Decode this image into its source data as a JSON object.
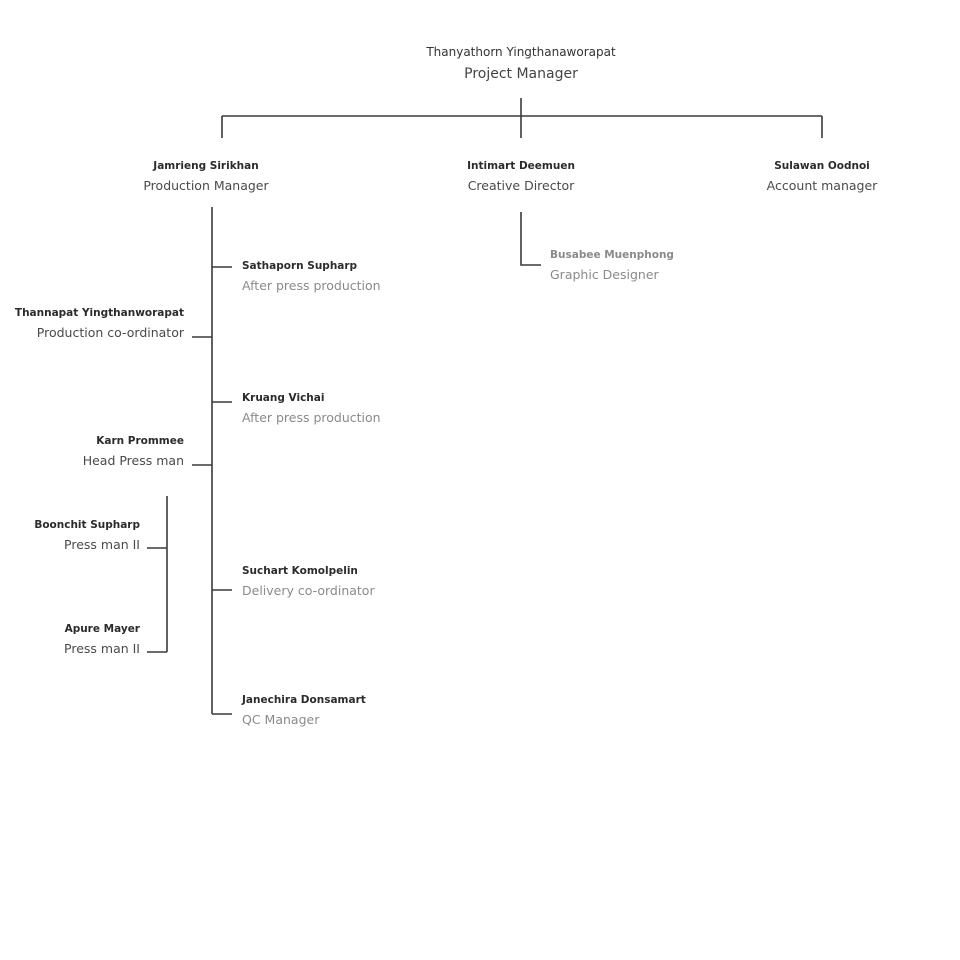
{
  "org_chart": {
    "root": {
      "name": "Thanyathorn Yingthanaworapat",
      "role": "Project Manager"
    },
    "managers": [
      {
        "name": "Jamrieng Sirikhan",
        "role": "Production Manager"
      },
      {
        "name": "Intimart Deemuen",
        "role": "Creative Director"
      },
      {
        "name": "Sulawan Oodnoi",
        "role": "Account manager"
      }
    ],
    "creative_reports": [
      {
        "name": "Busabee Muenphong",
        "role": "Graphic Designer"
      }
    ],
    "production_right": [
      {
        "name": "Sathaporn Supharp",
        "role": "After press production"
      },
      {
        "name": "Kruang Vichai",
        "role": "After press production"
      },
      {
        "name": "Suchart Komolpelin",
        "role": "Delivery co-ordinator"
      },
      {
        "name": "Janechira Donsamart",
        "role": "QC Manager"
      }
    ],
    "production_left": [
      {
        "name": "Thannapat Yingthanworapat",
        "role": "Production co-ordinator"
      },
      {
        "name": "Karn Prommee",
        "role": "Head Press man"
      }
    ],
    "press_team": [
      {
        "name": "Boonchit Supharp",
        "role": "Press man II"
      },
      {
        "name": "Apure Mayer",
        "role": "Press man II"
      }
    ]
  }
}
